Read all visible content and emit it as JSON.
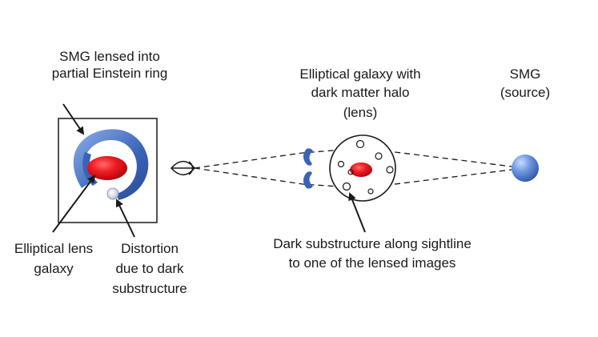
{
  "labels": {
    "smg_ring": [
      "SMG lensed into",
      "partial Einstein ring"
    ],
    "elliptical_lens_galaxy": [
      "Elliptical lens",
      "galaxy"
    ],
    "distortion": [
      "Distortion",
      "due to dark",
      "substructure"
    ],
    "lens_halo": [
      "Elliptical galaxy with",
      "dark matter halo",
      "(lens)"
    ],
    "source": [
      "SMG",
      "(source)"
    ],
    "dark_substructure": [
      "Dark substructure along sightline",
      "to one of the lensed  images"
    ]
  },
  "colors": {
    "lens_galaxy": "#e8141c",
    "source_blue": "#4f7fd0",
    "ring_blue": "#3a63b8",
    "line": "#1a1a1a"
  }
}
